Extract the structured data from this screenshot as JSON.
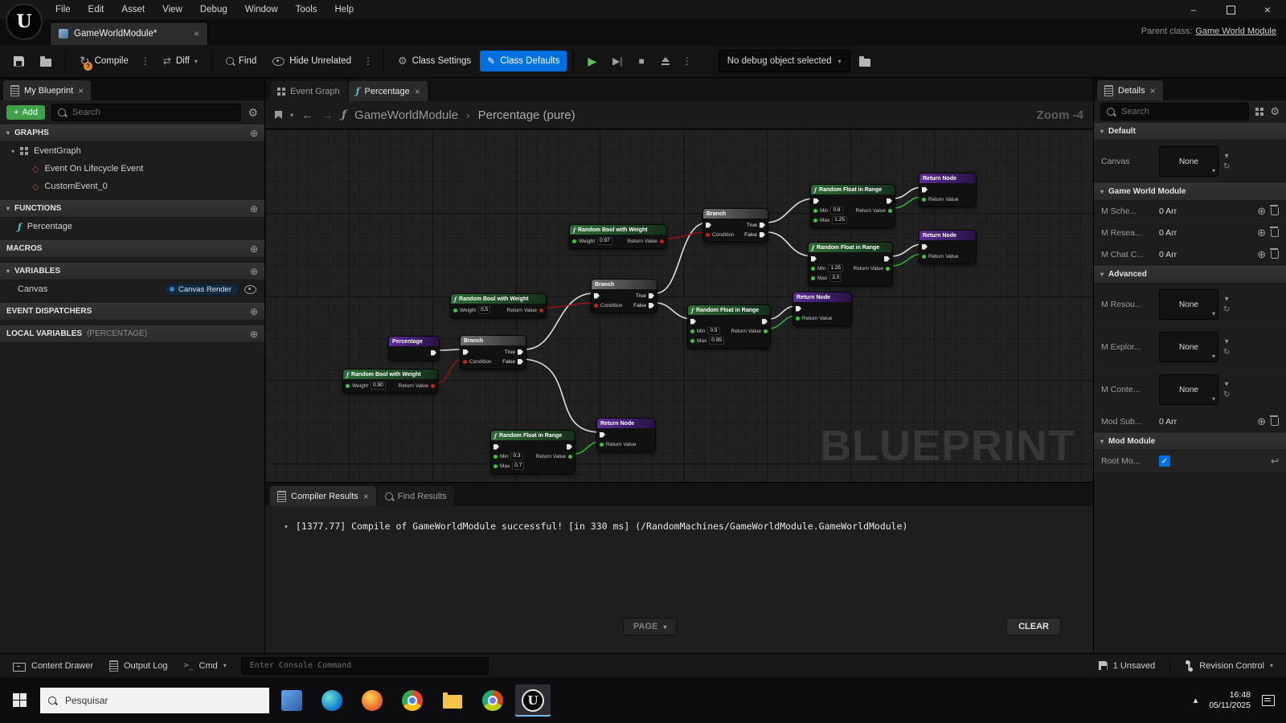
{
  "window": {
    "parent_class_label": "Parent class:",
    "parent_class_value": "Game World Module"
  },
  "menubar": {
    "items": [
      "File",
      "Edit",
      "Asset",
      "View",
      "Debug",
      "Window",
      "Tools",
      "Help"
    ]
  },
  "asset_tab": {
    "label": "GameWorldModule*"
  },
  "toolbar": {
    "compile_label": "Compile",
    "diff_label": "Diff",
    "find_label": "Find",
    "hide_unrelated_label": "Hide Unrelated",
    "class_settings_label": "Class Settings",
    "class_defaults_label": "Class Defaults",
    "debug_select_label": "No debug object selected"
  },
  "my_blueprint": {
    "title": "My Blueprint",
    "add_label": "Add",
    "search_placeholder": "Search",
    "s_graphs": "GRAPHS",
    "eventgraph": "EventGraph",
    "graph_children": [
      "Event On Lifecycle Event",
      "CustomEvent_0"
    ],
    "s_functions": "FUNCTIONS",
    "functions": [
      "Percentage"
    ],
    "s_macros": "MACROS",
    "s_variables": "VARIABLES",
    "var_name": "Canvas",
    "var_type": "Canvas Render",
    "s_dispatchers": "EVENT DISPATCHERS",
    "s_locals": "LOCAL VARIABLES",
    "locals_suffix": "(PERCENTAGE)"
  },
  "graph": {
    "tabs": [
      "Event Graph",
      "Percentage"
    ],
    "breadcrumb_root": "GameWorldModule",
    "breadcrumb_current": "Percentage (pure)",
    "zoom_label": "Zoom -4",
    "watermark": "BLUEPRINT",
    "labels": {
      "random_float": "Random Float in Range",
      "random_bool": "Random Bool with Weight",
      "percentage": "Percentage",
      "branch": "Branch",
      "condition": "Condition",
      "true": "True",
      "false": "False",
      "return_node": "Return Node",
      "return_value": "Return Value",
      "min": "Min",
      "max": "Max",
      "weight": "Weight"
    },
    "values": {
      "rf1_min": "0.8",
      "rf1_max": "1.25",
      "rf2_min": "1.25",
      "rf2_max": "3.0",
      "rf3_min": "0.5",
      "rf3_max": "0.95",
      "rf4_min": "0.3",
      "rf4_max": "0.7",
      "rb1_weight": "0.97",
      "rb2_weight": "0.5",
      "rb3_weight": "0.90"
    }
  },
  "compiler": {
    "tab_compiler": "Compiler Results",
    "tab_find": "Find Results",
    "message": "[1377.77] Compile of GameWorldModule successful! [in 330 ms] (/RandomMachines/GameWorldModule.GameWorldModule)",
    "page_label": "PAGE",
    "clear_label": "CLEAR"
  },
  "details": {
    "title": "Details",
    "search_placeholder": "Search",
    "s_default": "Default",
    "canvas_label": "Canvas",
    "canvas_value": "None",
    "s_gwm": "Game World Module",
    "gwm_rows": [
      {
        "label": "M Sche...",
        "value": "0 Arr"
      },
      {
        "label": "M Resea...",
        "value": "0 Arr"
      },
      {
        "label": "M Chat C...",
        "value": "0 Arr"
      }
    ],
    "s_advanced": "Advanced",
    "adv_rows": [
      {
        "label": "M Resou...",
        "value": "None"
      },
      {
        "label": "M Explor...",
        "value": "None"
      },
      {
        "label": "M Conte...",
        "value": "None"
      }
    ],
    "mod_sub_label": "Mod Sub...",
    "mod_sub_value": "0 Arr",
    "s_mod_module": "Mod Module",
    "root_label": "Root Mo..."
  },
  "statusbar": {
    "content_drawer": "Content Drawer",
    "output_log": "Output Log",
    "cmd": "Cmd",
    "console_placeholder": "Enter Console Command",
    "unsaved": "1 Unsaved",
    "revision_control": "Revision Control"
  },
  "taskbar": {
    "search_placeholder": "Pesquisar",
    "time": "16:48",
    "date": "05/11/2025"
  }
}
